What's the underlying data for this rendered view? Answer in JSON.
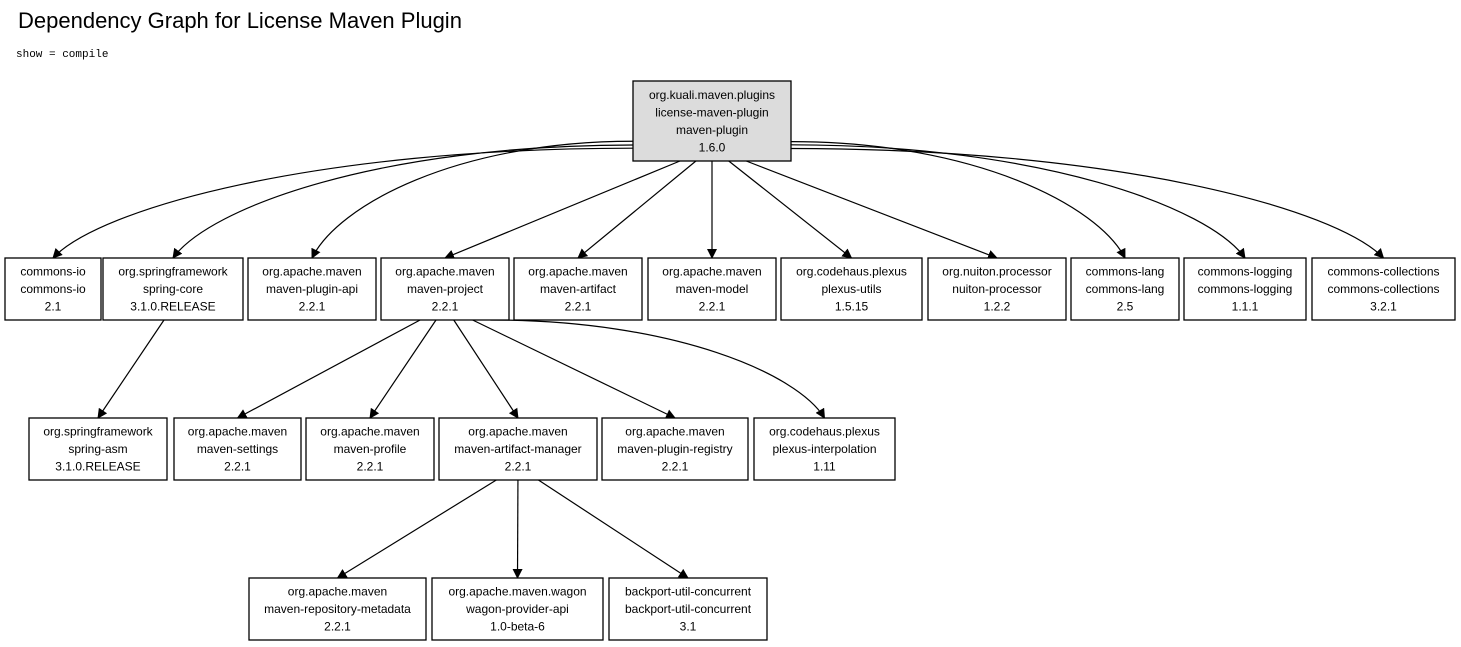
{
  "title": "Dependency Graph for License Maven Plugin",
  "filter": "show = compile",
  "nodes": [
    {
      "id": "root",
      "lines": [
        "org.kuali.maven.plugins",
        "license-maven-plugin",
        "maven-plugin",
        "1.6.0"
      ],
      "root": true
    },
    {
      "id": "commons-io",
      "lines": [
        "commons-io",
        "commons-io",
        "2.1"
      ]
    },
    {
      "id": "spring-core",
      "lines": [
        "org.springframework",
        "spring-core",
        "3.1.0.RELEASE"
      ]
    },
    {
      "id": "maven-plugin-api",
      "lines": [
        "org.apache.maven",
        "maven-plugin-api",
        "2.2.1"
      ]
    },
    {
      "id": "maven-project",
      "lines": [
        "org.apache.maven",
        "maven-project",
        "2.2.1"
      ]
    },
    {
      "id": "maven-artifact",
      "lines": [
        "org.apache.maven",
        "maven-artifact",
        "2.2.1"
      ]
    },
    {
      "id": "maven-model",
      "lines": [
        "org.apache.maven",
        "maven-model",
        "2.2.1"
      ]
    },
    {
      "id": "plexus-utils",
      "lines": [
        "org.codehaus.plexus",
        "plexus-utils",
        "1.5.15"
      ]
    },
    {
      "id": "nuiton-processor",
      "lines": [
        "org.nuiton.processor",
        "nuiton-processor",
        "1.2.2"
      ]
    },
    {
      "id": "commons-lang",
      "lines": [
        "commons-lang",
        "commons-lang",
        "2.5"
      ]
    },
    {
      "id": "commons-logging",
      "lines": [
        "commons-logging",
        "commons-logging",
        "1.1.1"
      ]
    },
    {
      "id": "commons-collections",
      "lines": [
        "commons-collections",
        "commons-collections",
        "3.2.1"
      ]
    },
    {
      "id": "spring-asm",
      "lines": [
        "org.springframework",
        "spring-asm",
        "3.1.0.RELEASE"
      ]
    },
    {
      "id": "maven-settings",
      "lines": [
        "org.apache.maven",
        "maven-settings",
        "2.2.1"
      ]
    },
    {
      "id": "maven-profile",
      "lines": [
        "org.apache.maven",
        "maven-profile",
        "2.2.1"
      ]
    },
    {
      "id": "maven-artifact-manager",
      "lines": [
        "org.apache.maven",
        "maven-artifact-manager",
        "2.2.1"
      ]
    },
    {
      "id": "maven-plugin-registry",
      "lines": [
        "org.apache.maven",
        "maven-plugin-registry",
        "2.2.1"
      ]
    },
    {
      "id": "plexus-interpolation",
      "lines": [
        "org.codehaus.plexus",
        "plexus-interpolation",
        "1.11"
      ]
    },
    {
      "id": "maven-repository-metadata",
      "lines": [
        "org.apache.maven",
        "maven-repository-metadata",
        "2.2.1"
      ]
    },
    {
      "id": "wagon-provider-api",
      "lines": [
        "org.apache.maven.wagon",
        "wagon-provider-api",
        "1.0-beta-6"
      ]
    },
    {
      "id": "backport-util-concurrent",
      "lines": [
        "backport-util-concurrent",
        "backport-util-concurrent",
        "3.1"
      ]
    }
  ],
  "edges": [
    {
      "from": "root",
      "to": "commons-io"
    },
    {
      "from": "root",
      "to": "spring-core"
    },
    {
      "from": "root",
      "to": "maven-plugin-api"
    },
    {
      "from": "root",
      "to": "maven-project"
    },
    {
      "from": "root",
      "to": "maven-artifact"
    },
    {
      "from": "root",
      "to": "maven-model"
    },
    {
      "from": "root",
      "to": "plexus-utils"
    },
    {
      "from": "root",
      "to": "nuiton-processor"
    },
    {
      "from": "root",
      "to": "commons-lang"
    },
    {
      "from": "root",
      "to": "commons-logging"
    },
    {
      "from": "root",
      "to": "commons-collections"
    },
    {
      "from": "spring-core",
      "to": "spring-asm"
    },
    {
      "from": "maven-project",
      "to": "maven-settings"
    },
    {
      "from": "maven-project",
      "to": "maven-profile"
    },
    {
      "from": "maven-project",
      "to": "maven-artifact-manager"
    },
    {
      "from": "maven-project",
      "to": "maven-plugin-registry"
    },
    {
      "from": "maven-project",
      "to": "plexus-interpolation"
    },
    {
      "from": "maven-artifact-manager",
      "to": "maven-repository-metadata"
    },
    {
      "from": "maven-artifact-manager",
      "to": "wagon-provider-api"
    },
    {
      "from": "maven-artifact-manager",
      "to": "backport-util-concurrent"
    }
  ]
}
